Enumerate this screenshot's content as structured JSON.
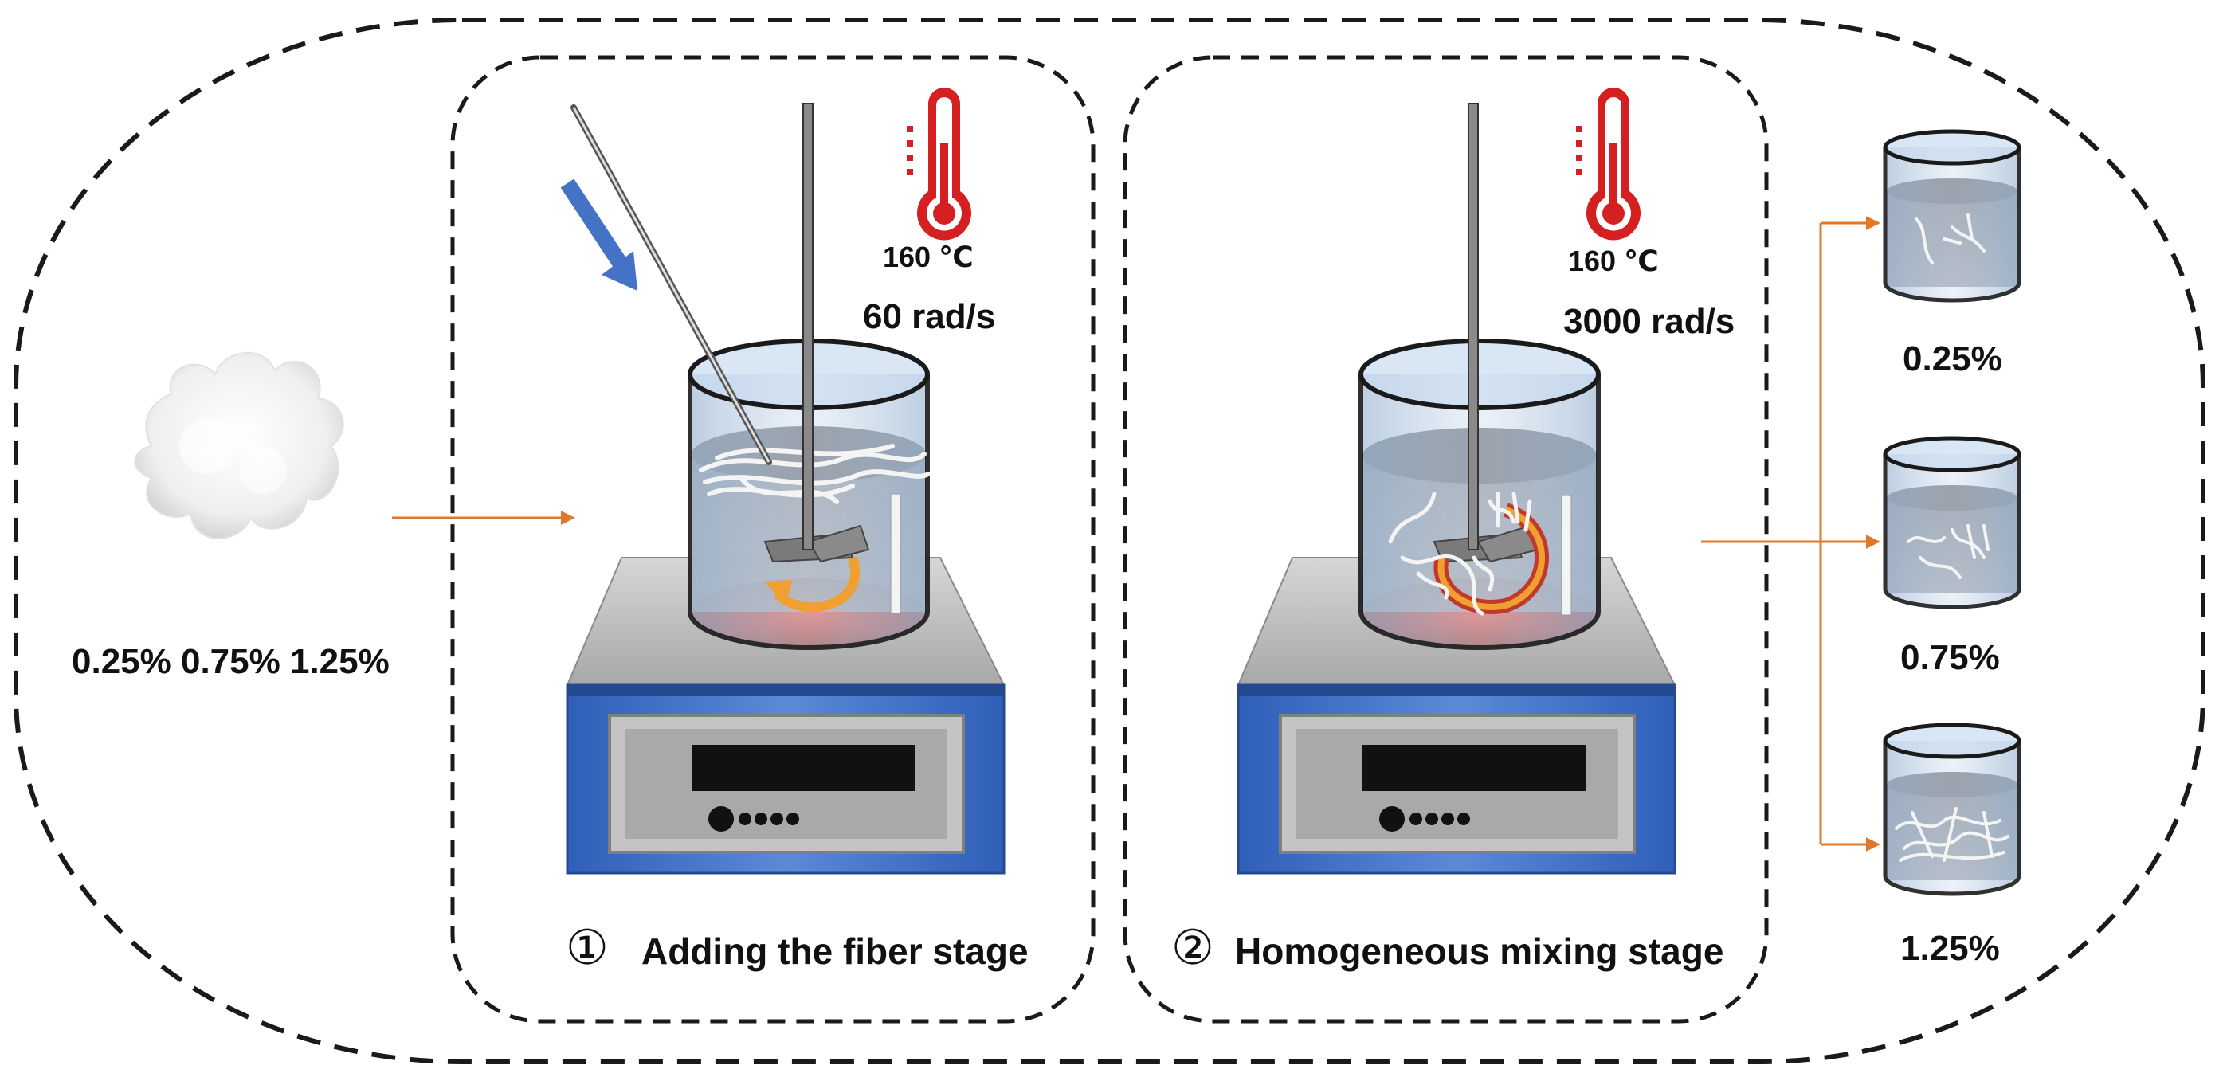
{
  "fiber_contents_label": "0.25% 0.75% 1.25%",
  "stage1": {
    "number": "①",
    "title": "Adding the fiber stage",
    "temperature": "160 ℃",
    "speed": "60 rad/s"
  },
  "stage2": {
    "number": "②",
    "title": "Homogeneous mixing stage",
    "temperature": "160 ℃",
    "speed": "3000 rad/s"
  },
  "samples": [
    {
      "label": "0.25%"
    },
    {
      "label": "0.75%"
    },
    {
      "label": "1.25%"
    }
  ],
  "colors": {
    "arrow": "#e0782b",
    "direction_arrow": "#4472c4",
    "heater_blue": "#3f6fc4",
    "heater_top": "#b7b7b7",
    "liquid": "#555b66",
    "thermometer": "#d42020",
    "hot_plate": "#c0392b",
    "stir_arrow": "#f0a030"
  },
  "icons": [
    "cotton-fiber-icon",
    "thermometer-icon",
    "magnetic-stirrer-icon",
    "beaker-icon",
    "stirring-rod-icon"
  ]
}
